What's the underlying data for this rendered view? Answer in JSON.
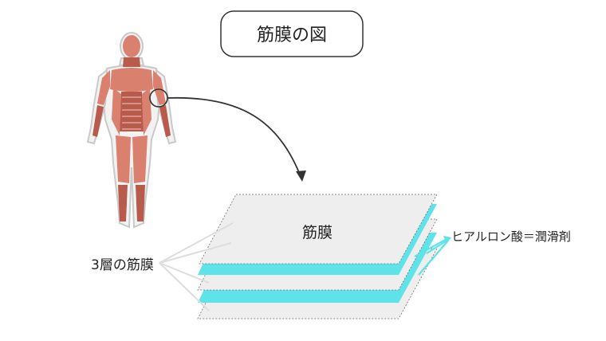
{
  "title": "筋膜の図",
  "labels": {
    "fascia": "筋膜",
    "three_layers": "3層の筋膜",
    "hyaluronic": "ヒアルロン酸＝潤滑剤"
  },
  "colors": {
    "muscle": "#d9806f",
    "muscle_dark": "#b85a4c",
    "skin_outline": "#c9c9c9",
    "sheet_gray": "#eeeeee",
    "sheet_border": "#6f6f6f",
    "lubricant": "#5ee3e8",
    "arrow": "#333333"
  },
  "icons": {
    "figure": "human-muscle-figure-icon",
    "zoom": "zoom-circle-icon"
  }
}
